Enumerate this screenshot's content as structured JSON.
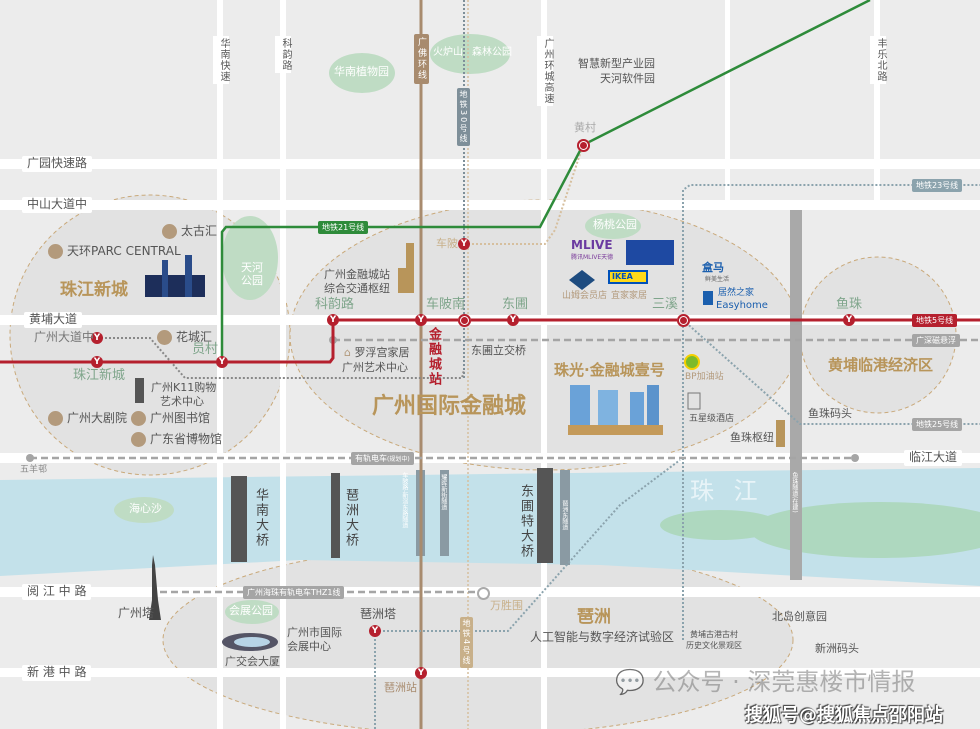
{
  "roads": {
    "huanan_expressway": "华南快速",
    "keyun": "科韵路",
    "ring_expressway": "广州环城高速",
    "fengle": "丰乐北路",
    "guangyuan": "广园快速路",
    "zhongshan": "中山大道中",
    "huangpu": "黄埔大道",
    "linjiang": "临江大道",
    "yuejiang": "阅 江 中 路",
    "xingang": "新 港 中 路"
  },
  "lines": {
    "guangfo": "广佛环线",
    "metro30": "地铁30号线",
    "metro21": "地铁21号线",
    "metro23": "地铁23号线",
    "metro5": "地铁5号线",
    "maglev": "广深磁悬浮",
    "metro25": "地铁25号线",
    "tram": "有轨电车",
    "tram_sub": "(规划中)",
    "thz1": "广州海珠有轨电车THZ1线",
    "metro4": "地铁4号线"
  },
  "stations": {
    "huangcun": "黄村",
    "chebei": "车陂",
    "keyunlu": "科韵路",
    "chebeinan": "车陂南",
    "dongpu": "东圃",
    "sanxi": "三溪",
    "yuzhu": "鱼珠",
    "jinrongcheng": "金融城站",
    "guangzhou_dadao": "广州大道中",
    "zhujiang": "珠江新城",
    "yuancun": "员村",
    "pazhouta": "琶洲塔",
    "pazhou": "琶洲站",
    "wanshengwei": "万胜围",
    "wuyangcun": "五羊邨"
  },
  "parks": {
    "huanan_botanical": "华南植物园",
    "huolushan": "火炉山",
    "forest": "森林公园",
    "tianhe": "天河公园",
    "yangtao": "杨桃公园",
    "haixinsha": "海心沙",
    "huizhan": "会展公园"
  },
  "zones": {
    "zhujiang": "珠江新城",
    "ifc": "广州国际金融城",
    "huangpu": "黄埔临港经济区",
    "pazhou": "琶洲",
    "pazhou_sub": "人工智能与数字经济试验区"
  },
  "pois": {
    "software_park_1": "智慧新型产业园",
    "software_park_2": "天河软件园",
    "taiguhui": "太古汇",
    "parc_central": "天环PARC CENTRAL",
    "huachenghui": "花城汇",
    "k11_1": "广州K11购物",
    "k11_2": "艺术中心",
    "opera": "广州大剧院",
    "library": "广州图书馆",
    "museum": "广东省博物馆",
    "hub_1": "广州金融城站",
    "hub_2": "综合交通枢纽",
    "luofu_1": "罗浮宫家居",
    "luofu_2": "广州艺术中心",
    "dongpu_bridge": "东圃立交桥",
    "mlive": "MLIVE",
    "mlive_sub": "腾讯MLIVE天德",
    "sams": "山姆会员店",
    "ikea": "宜家家居",
    "ikea_logo": "IKEA",
    "freshippo": "盒马",
    "freshippo_sub": "鲜美生活",
    "easyhome_cn": "居然之家",
    "easyhome": "Easyhome",
    "project": "珠光·金融城壹号",
    "bp": "BP加油站",
    "hotel": "五星级酒店",
    "yuzhu_hub": "鱼珠枢纽",
    "yuzhu_pier": "鱼珠码头",
    "canton_tower": "广州塔",
    "expo_1": "广州市国际",
    "expo_2": "会展中心",
    "canton_fair": "广交会大厦",
    "beidao": "北岛创意园",
    "xinzhou": "新洲码头",
    "guzhen_1": "黄埔古港古村",
    "guzhen_2": "历史文化景观区"
  },
  "river": {
    "name": "珠 江",
    "huanan_bridge": "华南大桥",
    "pazhou_bridge": "琶洲大桥",
    "dongpu_bridge": "东圃特大桥",
    "tunnel_chebei": "车陂路-新滘东路隧道",
    "tunnel_yaohan": "耀晖新街隧道",
    "tunnel_pazhou_east": "琶洲东隧道",
    "tunnel_yuzhu": "鱼珠隧道(在建)"
  },
  "watermark": {
    "wechat": "公众号 · 深莞惠楼市情报",
    "sohu": "搜狐号@搜狐焦点邵阳站"
  },
  "colors": {
    "metro5": "#b5202e",
    "metro21": "#2e8b3a",
    "guangfo": "#a88b6e",
    "gold": "#b8955a",
    "river": "#c3e1ea",
    "park": "#bfdcc4"
  }
}
